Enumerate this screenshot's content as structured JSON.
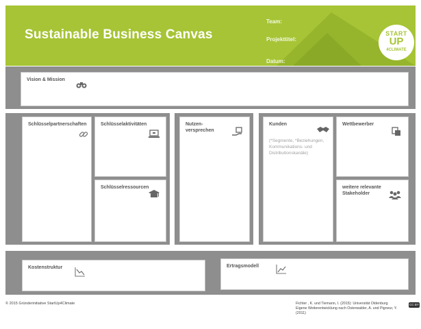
{
  "header": {
    "title": "Sustainable Business Canvas",
    "team_label": "Team:",
    "project_label": "Projekttitel:",
    "date_label": "Datum:",
    "logo": {
      "line1": "START",
      "line2": "UP",
      "line3": "4CLIMATE"
    }
  },
  "canvas": {
    "vision": {
      "label": "Vision & Mission",
      "icon": "binoculars-icon"
    },
    "partners": {
      "label": "Schlüsselpartnerschaften",
      "icon": "link-icon"
    },
    "activities": {
      "label": "Schlüsselaktivitäten",
      "icon": "laptop-icon"
    },
    "resources": {
      "label": "Schlüsselressourcen",
      "icon": "graduation-cap-icon"
    },
    "value": {
      "label": "Nutzen-\nversprechen",
      "icon": "hand-gift-icon"
    },
    "customers": {
      "label": "Kunden",
      "icon": "handshake-icon",
      "note": "(*Segmente, *Beziehungen, Kommunikations- und Distributionskanäle)"
    },
    "competitors": {
      "label": "Wettbewerber",
      "icon": "documents-icon"
    },
    "stakeholders": {
      "label": "weitere relevante\nStakeholder",
      "icon": "group-icon"
    },
    "costs": {
      "label": "Kostenstruktur",
      "icon": "chart-down-icon"
    },
    "revenue": {
      "label": "Ertragsmodell",
      "icon": "chart-up-icon"
    }
  },
  "footer": {
    "copyright": "© 2015 Gründerinitiative StartUp4Climate",
    "source_line1": "Fichter , K. und  Tiemann, I. (2015): Universität Oldenburg",
    "source_line2": "Eigene Weiterentwicklung  nach Osterwalder, A. und  Pigneur, Y. (2011)",
    "license": "CC BY"
  },
  "colors": {
    "brand_green": "#a6c435",
    "band_gray": "#8e8e8e"
  }
}
